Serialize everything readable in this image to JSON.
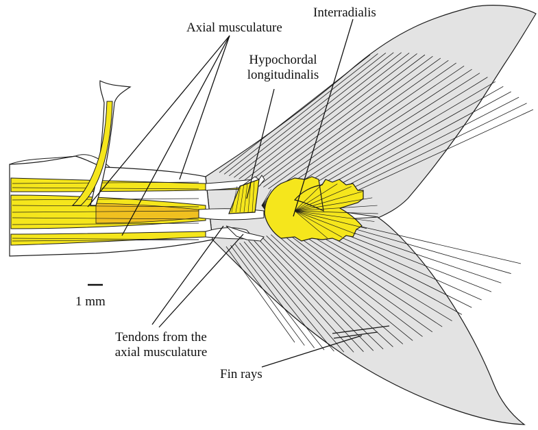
{
  "labels": {
    "axial_musculature": "Axial musculature",
    "interradialis": "Interradialis",
    "hypochordal_line1": "Hypochordal",
    "hypochordal_line2": "longitudinalis",
    "tendons_line1": "Tendons from the",
    "tendons_line2": "axial musculature",
    "fin_rays": "Fin rays",
    "scale_bar": "1 mm"
  },
  "colors": {
    "muscle": "#f5e61c",
    "muscle_dark": "#f0c020",
    "fin": "#e3e3e3",
    "outline": "#1a1a1a",
    "background": "#ffffff"
  }
}
